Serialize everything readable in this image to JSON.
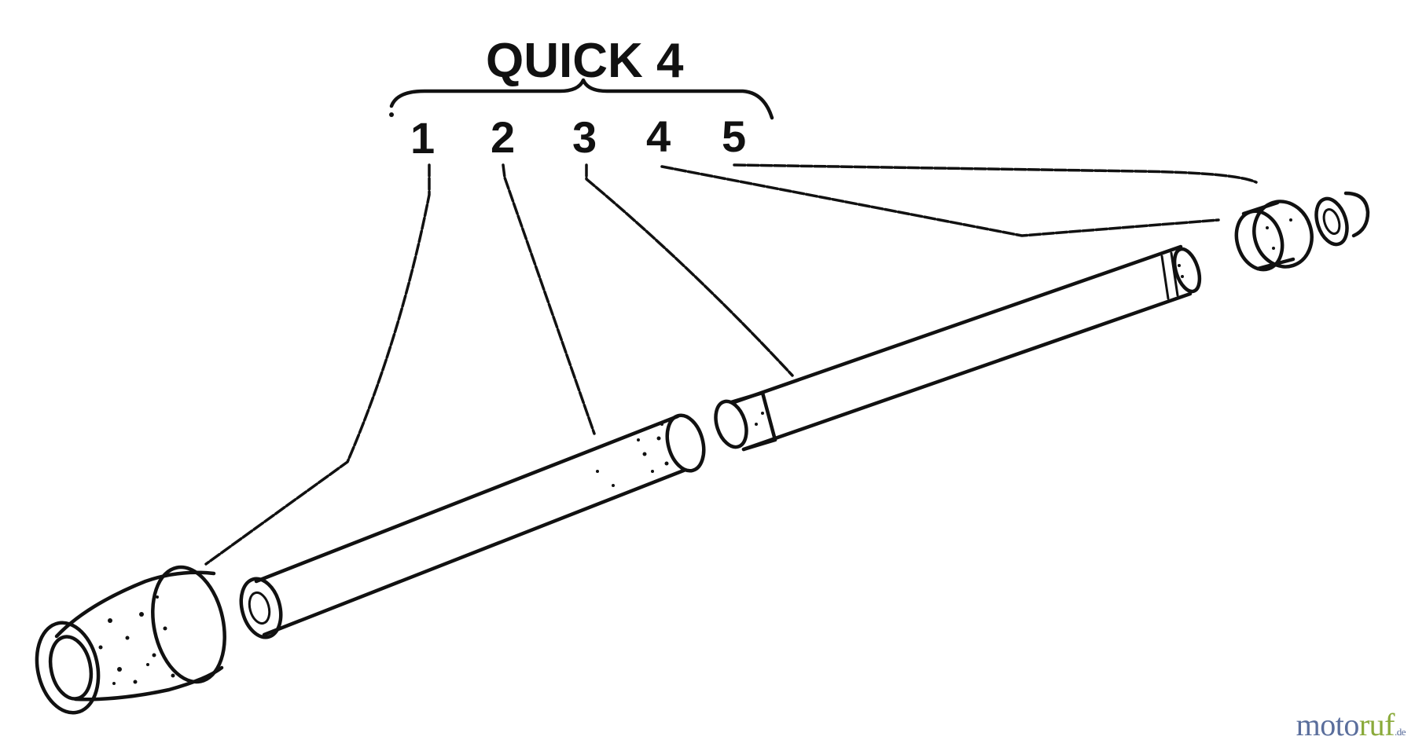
{
  "diagram": {
    "group_label": "QUICK 4",
    "part_numbers": [
      "1",
      "2",
      "3",
      "4",
      "5"
    ]
  },
  "watermark": {
    "part_a": "moto",
    "part_b": "ruf",
    "part_c": ".de"
  },
  "colors": {
    "ink": "#111111",
    "background": "#ffffff",
    "watermark_blue": "#5a6e9c",
    "watermark_green": "#8aaa3a"
  }
}
